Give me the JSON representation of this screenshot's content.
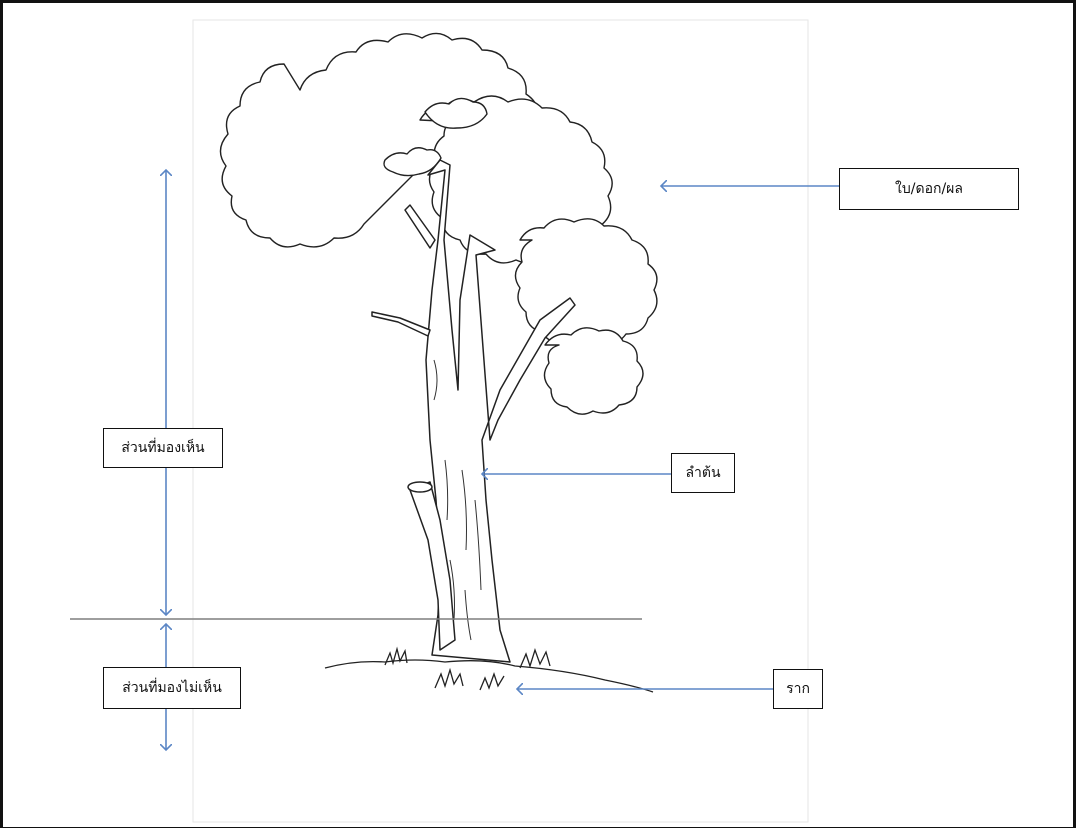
{
  "labels": {
    "leaves_flowers_fruits": "ใบ/ดอก/ผล",
    "trunk": "ลำต้น",
    "roots": "ราก",
    "visible_part": "ส่วนที่มองเห็น",
    "hidden_part": "ส่วนที่มองไม่เห็น"
  },
  "colors": {
    "arrow": "#5b86c5",
    "ground_line": "#7f7f7f",
    "border": "#111111",
    "ink": "#222222"
  }
}
